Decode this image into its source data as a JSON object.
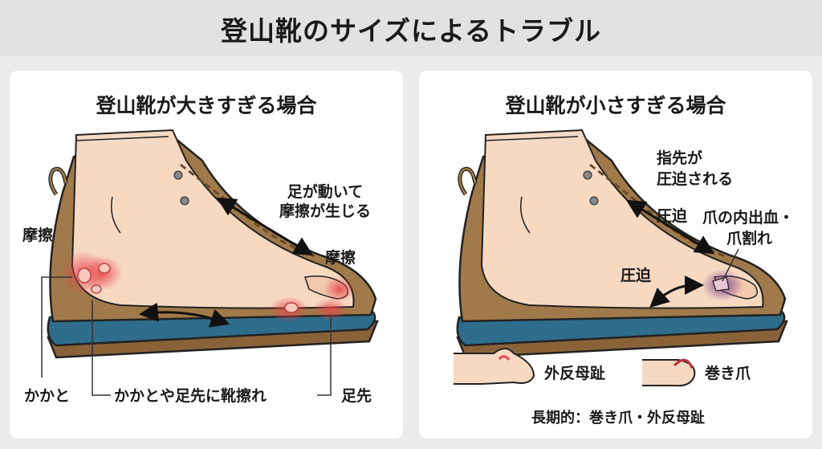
{
  "header": {
    "title": "登山靴のサイズによるトラブル"
  },
  "left_panel": {
    "title": "登山靴が大きすぎる場合",
    "labels": {
      "friction_heel": "摩擦",
      "foot_moves_1": "足が動いて",
      "foot_moves_2": "摩擦が生じる",
      "friction_toe": "摩擦",
      "heel": "かかと",
      "shoe_sores": "かかとや足先に靴擦れ",
      "toe": "足先"
    }
  },
  "right_panel": {
    "title": "登山靴が小さすぎる場合",
    "labels": {
      "toes_pressed_1": "指先が",
      "toes_pressed_2": "圧迫される",
      "pressure_top": "圧迫",
      "nail_1": "爪の内出血・",
      "nail_2": "爪割れ",
      "pressure_bottom": "圧迫",
      "hallux_valgus": "外反母趾",
      "ingrown_nail": "巻き爪",
      "long_term": "長期的：巻き爪・外反母趾"
    }
  },
  "colors": {
    "boot_brown": "#a07a4a",
    "sole_blue": "#2f6d8c",
    "skin": "#f7d9c2",
    "blister_red": "#e8434a",
    "bruise_purple": "#7a3a8a"
  }
}
